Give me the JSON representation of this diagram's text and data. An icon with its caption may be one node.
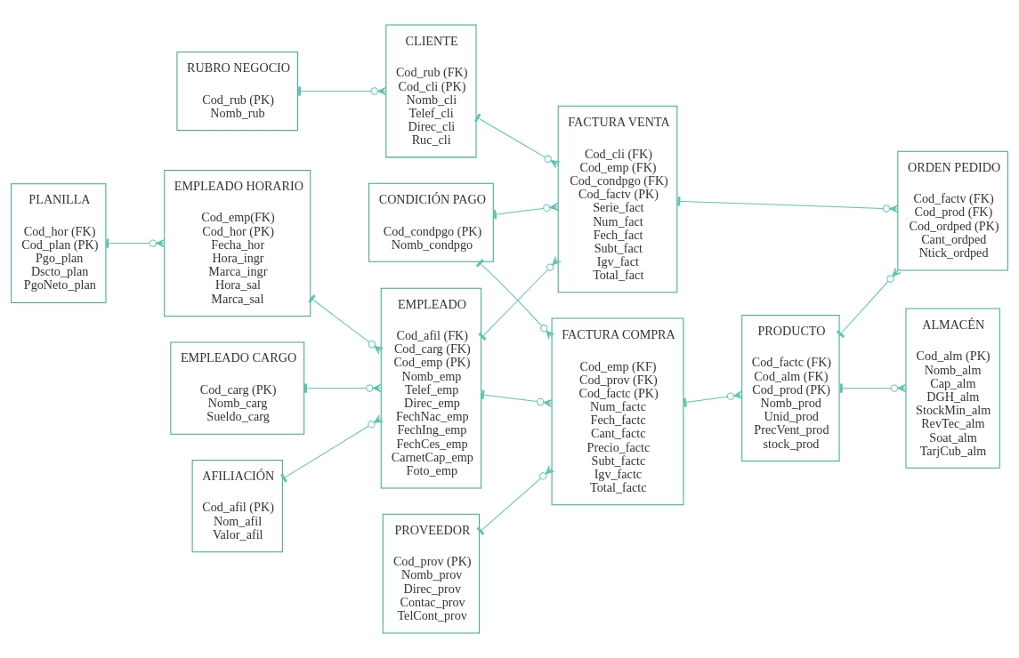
{
  "diagram": {
    "nodes": [
      {
        "text": [
          "CONDICIÓN PAGO",
          "Cod_condpgo (PK)",
          "Nomb_condpgo"
        ]
      },
      {
        "text": [
          "FACTURA VENTA",
          "Cod_cli (FK)",
          "Cod_emp (FK)",
          "Cod_condpgo (FK)",
          "Cod_factv (PK)",
          "Serie_fact",
          "Num_fact",
          "Fech_fact",
          "Subt_fact",
          "Igv_fact",
          "Total_fact"
        ]
      },
      {
        "text": [
          "ORDEN PEDIDO",
          "Cod_factv (FK)",
          "Cod_prod (FK)",
          "Cod_ordped (PK)",
          "Cant_ordped",
          "Ntick_ordped"
        ]
      },
      {
        "text": [
          "PRODUCTO",
          "Cod_factc (FK)",
          "Cod_alm (FK)",
          "Cod_prod (PK)",
          "Nomb_prod",
          "Unid_prod",
          "PrecVent_prod",
          "stock_prod"
        ]
      },
      {
        "text": [
          "ALMACÉN",
          "Cod_alm (PK)",
          "Nomb_alm",
          "Cap_alm",
          "DGH_alm",
          "StockMin_alm",
          "RevTec_alm",
          "Soat_alm",
          "TarjCub_alm"
        ]
      },
      {
        "text": [
          "RUBRO NEGOCIO",
          "Cod_rub (PK)",
          "Nomb_rub"
        ]
      },
      {
        "text": [
          "CLIENTE",
          "Cod_rub (FK)",
          "Cod_cli (PK)",
          "Nomb_cli",
          "Telef_cli",
          "Direc_cli",
          "Ruc_cli"
        ]
      },
      {
        "text": [
          "EMPLEADO HORARIO",
          "Cod_emp(FK)",
          "Cod_hor (PK)",
          "Fecha_hor",
          "Hora_ingr",
          "Marca_ingr",
          "Hora_sal",
          "Marca_sal"
        ]
      },
      {
        "text": [
          "EMPLEADO",
          "Cod_afil (FK)",
          "Cod_carg (FK)",
          "Cod_emp (PK)",
          "Nomb_emp",
          "Telef_emp",
          "Direc_emp",
          "FechNac_emp",
          "FechIng_emp",
          "FechCes_emp",
          "CarnetCap_emp",
          "Foto_emp"
        ]
      },
      {
        "text": [
          "FACTURA COMPRA",
          "Cod_emp (KF)",
          "Cod_prov (FK)",
          "Cod_factc (PK)",
          "Num_factc",
          "Fech_factc",
          "Cant_factc",
          "Precio_factc",
          "Subt_factc",
          "Igv_factc",
          "Total_factc"
        ]
      },
      {
        "text": [
          "PROVEEDOR",
          "Cod_prov (PK)",
          "Nomb_prov",
          "Direc_prov",
          "Contac_prov",
          "TelCont_prov"
        ]
      },
      {
        "text": [
          "PLANILLA",
          "Cod_hor (FK)",
          "Cod_plan (PK)",
          "Pgo_plan",
          "Dscto_plan",
          "PgoNeto_plan"
        ]
      },
      {
        "text": [
          "EMPLEADO CARGO",
          "Cod_carg (PK)",
          "Nomb_carg",
          "Sueldo_carg"
        ]
      },
      {
        "text": [
          "AFILIACIÓN",
          "Cod_afil (PK)",
          "Nom_afil",
          "Valor_afil"
        ]
      }
    ],
    "edges": [
      {
        "from": 0,
        "to": 1,
        "arrow": "other"
      },
      {
        "from": 1,
        "to": 2,
        "arrow": "other"
      },
      {
        "from": 3,
        "to": 2,
        "arrow": "other"
      },
      {
        "from": 3,
        "to": 4,
        "arrow": "other"
      },
      {
        "from": 9,
        "to": 3,
        "arrow": "other"
      },
      {
        "from": 5,
        "to": 6,
        "arrow": "other"
      },
      {
        "from": 6,
        "to": 1,
        "arrow": "other"
      },
      {
        "from": 8,
        "to": 1,
        "arrow": "other"
      },
      {
        "from": 7,
        "to": 8,
        "arrow": "other"
      },
      {
        "from": 11,
        "to": 7,
        "arrow": "other"
      },
      {
        "from": 12,
        "to": 8,
        "arrow": "other"
      },
      {
        "from": 13,
        "to": 8,
        "arrow": "other"
      },
      {
        "from": 8,
        "to": 9,
        "arrow": "other"
      },
      {
        "from": 10,
        "to": 9,
        "arrow": "other"
      },
      {
        "from": 0,
        "to": 9,
        "arrow": "other"
      }
    ]
  }
}
